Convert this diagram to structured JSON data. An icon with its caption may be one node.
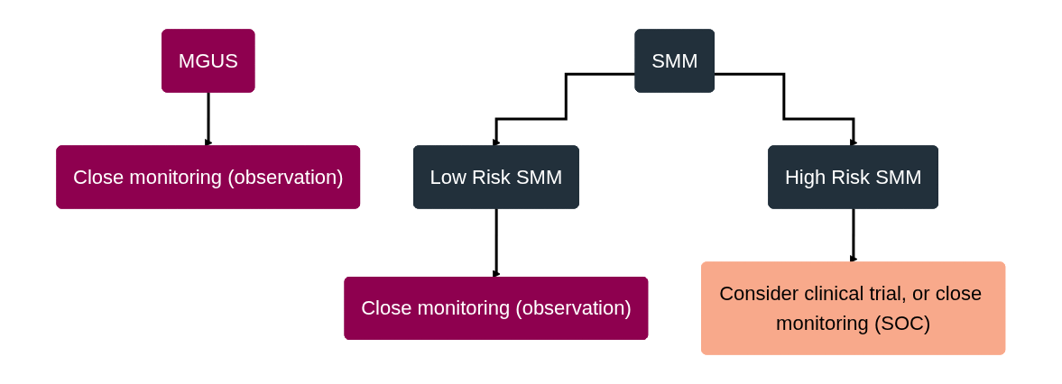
{
  "diagram": {
    "nodes": [
      {
        "text": [
          "MGUS"
        ]
      },
      {
        "text": [
          "SMM"
        ]
      },
      {
        "text": [
          "Close monitoring (observation)"
        ]
      },
      {
        "text": [
          "Low Risk SMM"
        ]
      },
      {
        "text": [
          "High Risk SMM"
        ]
      },
      {
        "text": [
          "Close monitoring (observation)"
        ]
      },
      {
        "text": [
          "Consider clinical trial, or close monitoring (SOC)"
        ]
      }
    ],
    "edges": [
      {
        "from": 0,
        "to": 2,
        "arrow": "to"
      },
      {
        "from": 1,
        "to": 3,
        "arrow": "to"
      },
      {
        "from": 1,
        "to": 4,
        "arrow": "to"
      },
      {
        "from": 3,
        "to": 5,
        "arrow": "to"
      },
      {
        "from": 4,
        "to": 6,
        "arrow": "to"
      }
    ]
  }
}
